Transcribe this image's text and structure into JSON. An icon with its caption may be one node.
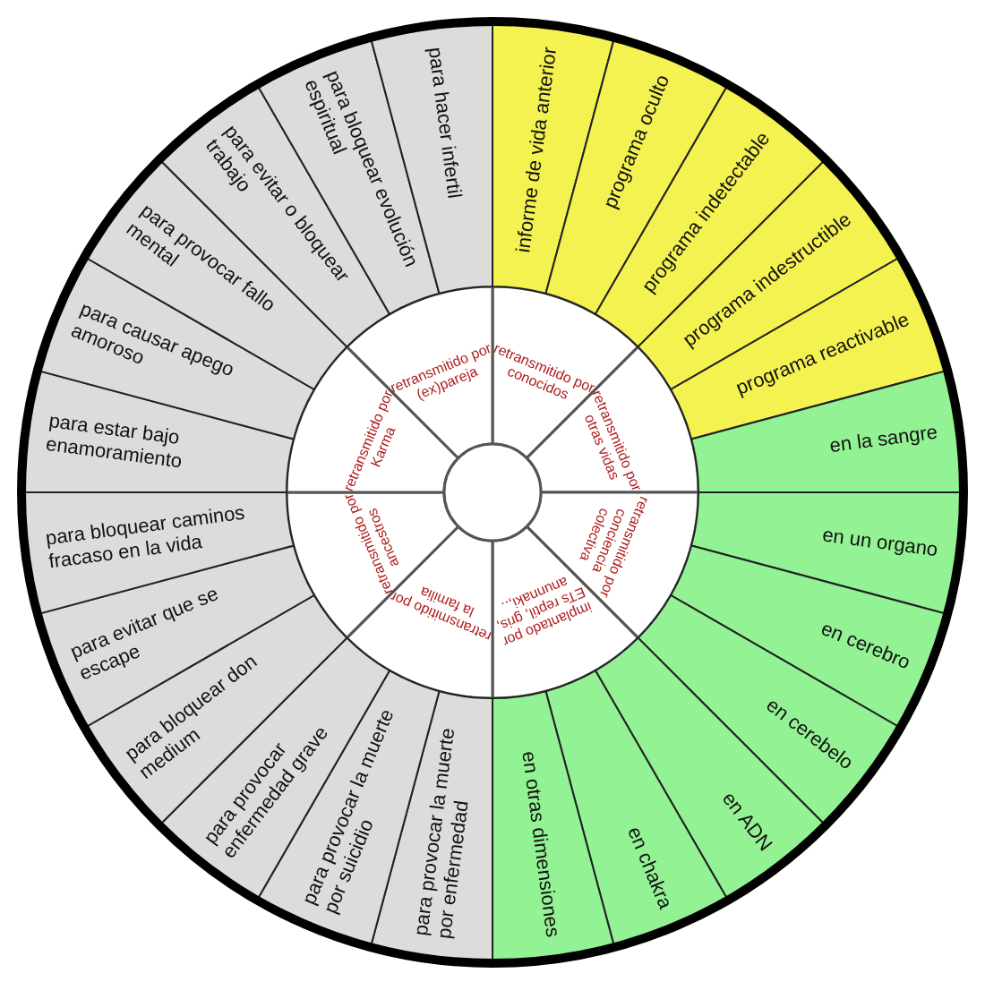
{
  "diagram": {
    "nodes": [
      {
        "text": [
          "retransmitido por conocidos"
        ]
      },
      {
        "text": [
          "retransmitido por otras vidas"
        ]
      },
      {
        "text": [
          "retransmitido por conciencia colectiva"
        ]
      },
      {
        "text": [
          "implantado por ETs reptil, gris, anunnaki,.."
        ]
      },
      {
        "text": [
          "retransmitido por la familia"
        ]
      },
      {
        "text": [
          "retransmitido por ancestros"
        ]
      },
      {
        "text": [
          "retransmitido por Karma"
        ]
      },
      {
        "text": [
          "retransmitido por (ex)pareja"
        ]
      },
      {
        "text": [
          "informe de vida anterior"
        ]
      },
      {
        "text": [
          "programa oculto"
        ]
      },
      {
        "text": [
          "programa indetectable"
        ]
      },
      {
        "text": [
          "programa indestructible"
        ]
      },
      {
        "text": [
          "programa reactivable"
        ]
      },
      {
        "text": [
          "en la sangre"
        ]
      },
      {
        "text": [
          "en un organo"
        ]
      },
      {
        "text": [
          "en cerebro"
        ]
      },
      {
        "text": [
          "en cerebelo"
        ]
      },
      {
        "text": [
          "en ADN"
        ]
      },
      {
        "text": [
          "en chakra"
        ]
      },
      {
        "text": [
          "en otras dimensiones"
        ]
      },
      {
        "text": [
          "para provocar la muerte por enfermedad"
        ]
      },
      {
        "text": [
          "para provocar la muerte por suicidio"
        ]
      },
      {
        "text": [
          "para provocar enfermedad grave"
        ]
      },
      {
        "text": [
          "para bloquear don medium"
        ]
      },
      {
        "text": [
          "para evitar que se escape"
        ]
      },
      {
        "text": [
          "para bloquear caminos fracaso en la vida"
        ]
      },
      {
        "text": [
          "para estar bajo enamoramiento"
        ]
      },
      {
        "text": [
          "para causar apego amoroso"
        ]
      },
      {
        "text": [
          "para provocar fallo mental"
        ]
      },
      {
        "text": [
          "para evitar o bloquear trabajo"
        ]
      },
      {
        "text": [
          "para bloquear evolución espiritual"
        ]
      },
      {
        "text": [
          "para hacer infertil"
        ]
      },
      {
        "text": [],
        "shape": "circle"
      }
    ]
  }
}
